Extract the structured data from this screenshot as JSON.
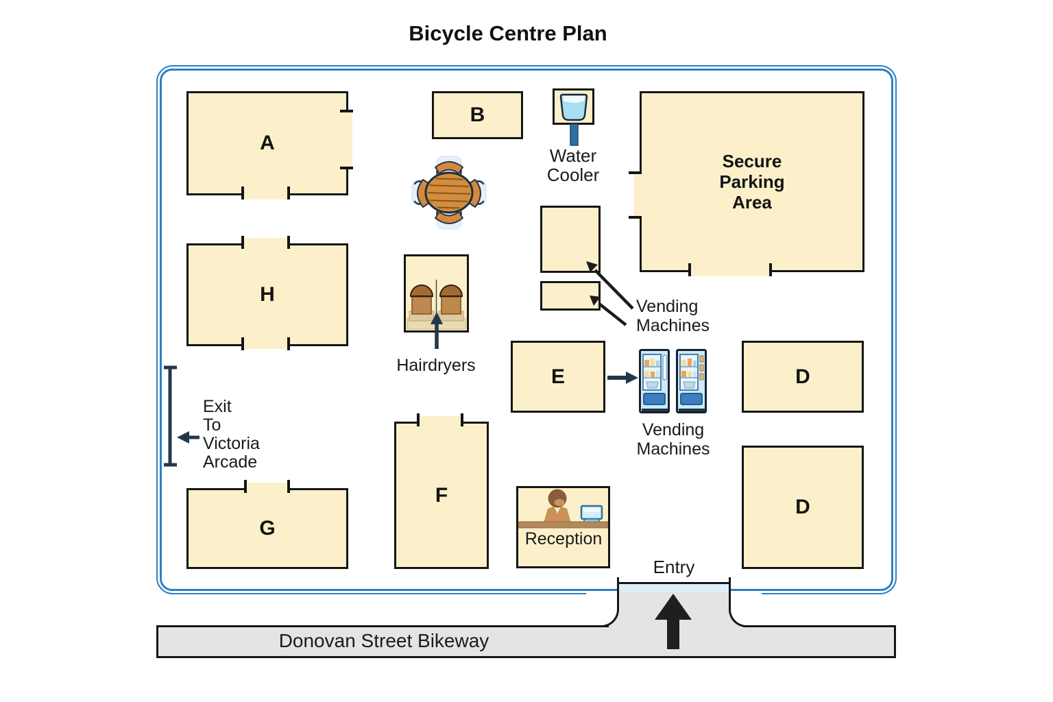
{
  "title": "Bicycle Centre Plan",
  "rooms": {
    "a": {
      "label": "A"
    },
    "b": {
      "label": "B"
    },
    "h": {
      "label": "H"
    },
    "e": {
      "label": "E"
    },
    "f": {
      "label": "F"
    },
    "g": {
      "label": "G"
    },
    "d_upper": {
      "label": "D"
    },
    "d_lower": {
      "label": "D"
    },
    "secure_parking": {
      "label": "Secure Parking Area"
    }
  },
  "annotations": {
    "water_cooler": {
      "line1": "Water",
      "line2": "Cooler"
    },
    "vending_upper": {
      "line1": "Vending",
      "line2": "Machines"
    },
    "vending_lower": {
      "line1": "Vending",
      "line2": "Machines"
    },
    "hairdryers": {
      "label": "Hairdryers"
    },
    "reception": {
      "label": "Reception"
    },
    "exit": {
      "line1": "Exit",
      "line2": "To",
      "line3": "Victoria",
      "line4": "Arcade"
    },
    "entry": {
      "label": "Entry"
    },
    "street": {
      "label": "Donovan Street Bikeway"
    }
  },
  "icons": {
    "water_cooler": "water-cooler-icon",
    "table": "round-table-with-chairs-icon",
    "hairdryers": "salon-hairdryer-chairs-icon",
    "vending_machines": "vending-machines-icon",
    "reception": "receptionist-at-desk-icon"
  },
  "colors": {
    "room_fill": "#FBF0C9",
    "room_border": "#151515",
    "plan_border": "#2E7FC1",
    "road_fill": "#E4E4E4",
    "entry_strip": "#DCF0FA",
    "arrow_navy": "#24374A",
    "arrow_black": "#1C1C1C"
  }
}
